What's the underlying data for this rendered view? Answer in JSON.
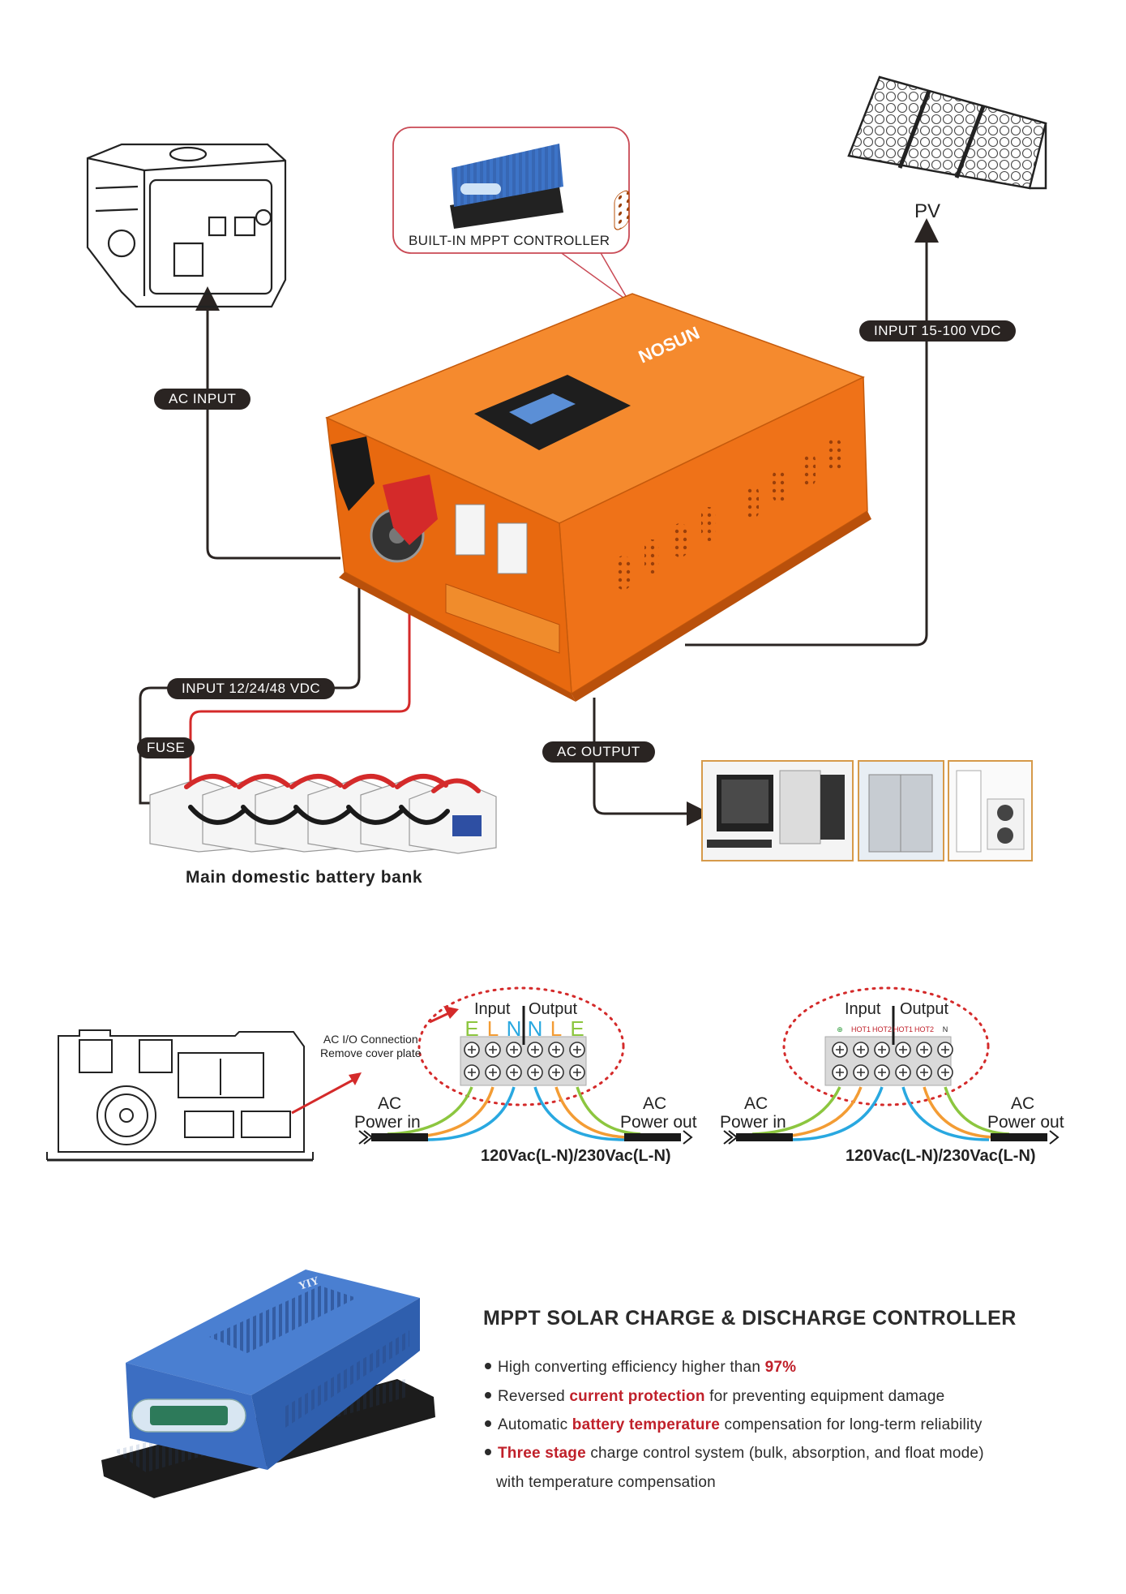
{
  "top_diagram": {
    "builtin_label": "BUILT-IN MPPT CONTROLLER",
    "pv_label": "PV",
    "ac_input": "AC INPUT",
    "input_pv": "INPUT 15-100 VDC",
    "input_battery": "INPUT 12/24/48 VDC",
    "fuse": "FUSE",
    "ac_output": "AC OUTPUT",
    "battery_caption": "Main domestic battery bank",
    "inverter_logo": "NOSUN"
  },
  "wiring": {
    "callout": "AC I/O Connection\nRemove cover plate",
    "left": {
      "input": "Input",
      "output": "Output",
      "terminals": [
        "E",
        "L",
        "N",
        "N",
        "L",
        "E"
      ],
      "terminal_colors": [
        "#8cc63f",
        "#f39c34",
        "#29a8e0",
        "#29a8e0",
        "#f39c34",
        "#8cc63f"
      ],
      "power_in_1": "AC",
      "power_in_2": "Power in",
      "power_out_1": "AC",
      "power_out_2": "Power out",
      "voltage": "120Vac(L-N)/230Vac(L-N)"
    },
    "right": {
      "input": "Input",
      "output": "Output",
      "terminals": [
        "⊕",
        "HOT1",
        "HOT2",
        "HOT1",
        "HOT2",
        "N"
      ],
      "power_in_1": "AC",
      "power_in_2": "Power in",
      "power_out_1": "AC",
      "power_out_2": "Power out",
      "voltage": "120Vac(L-N)/230Vac(L-N)"
    }
  },
  "mppt": {
    "title": "MPPT SOLAR CHARGE & DISCHARGE CONTROLLER",
    "brand": "YIY",
    "bullets": [
      {
        "pre": "High converting efficiency higher than ",
        "hl": "97%",
        "post": ""
      },
      {
        "pre": "Reversed ",
        "hl": "current protection",
        "post": " for preventing equipment damage"
      },
      {
        "pre": "Automatic ",
        "hl": "battery temperature",
        "post": " compensation for long-term reliability"
      },
      {
        "pre": "",
        "hl": "Three stage",
        "post": " charge control system (bulk, absorption, and float mode)"
      }
    ],
    "bullet_cont": "with temperature compensation"
  },
  "colors": {
    "inverter_orange": "#f07a1e",
    "wire_red": "#d42a2a",
    "pill_bg": "#2a2422",
    "controller_blue": "#3d74c8",
    "highlight_red": "#c0202a"
  }
}
